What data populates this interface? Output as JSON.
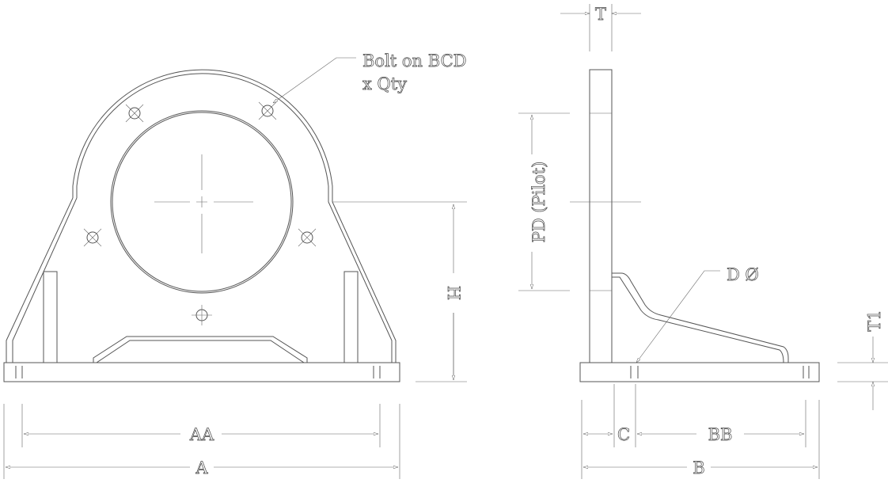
{
  "labels": {
    "bolt_note_line1": "Bolt on BCD",
    "bolt_note_line2": "x Qty",
    "dim_aa": "AA",
    "dim_a": "A",
    "dim_h": "H",
    "dim_t": "T",
    "dim_pd": "PD (Pilot)",
    "dim_d": "D Ø",
    "dim_t1": "T1",
    "dim_c": "C",
    "dim_bb": "BB",
    "dim_b": "B"
  },
  "colors": {
    "line": "#555555",
    "background": "#ffffff"
  }
}
